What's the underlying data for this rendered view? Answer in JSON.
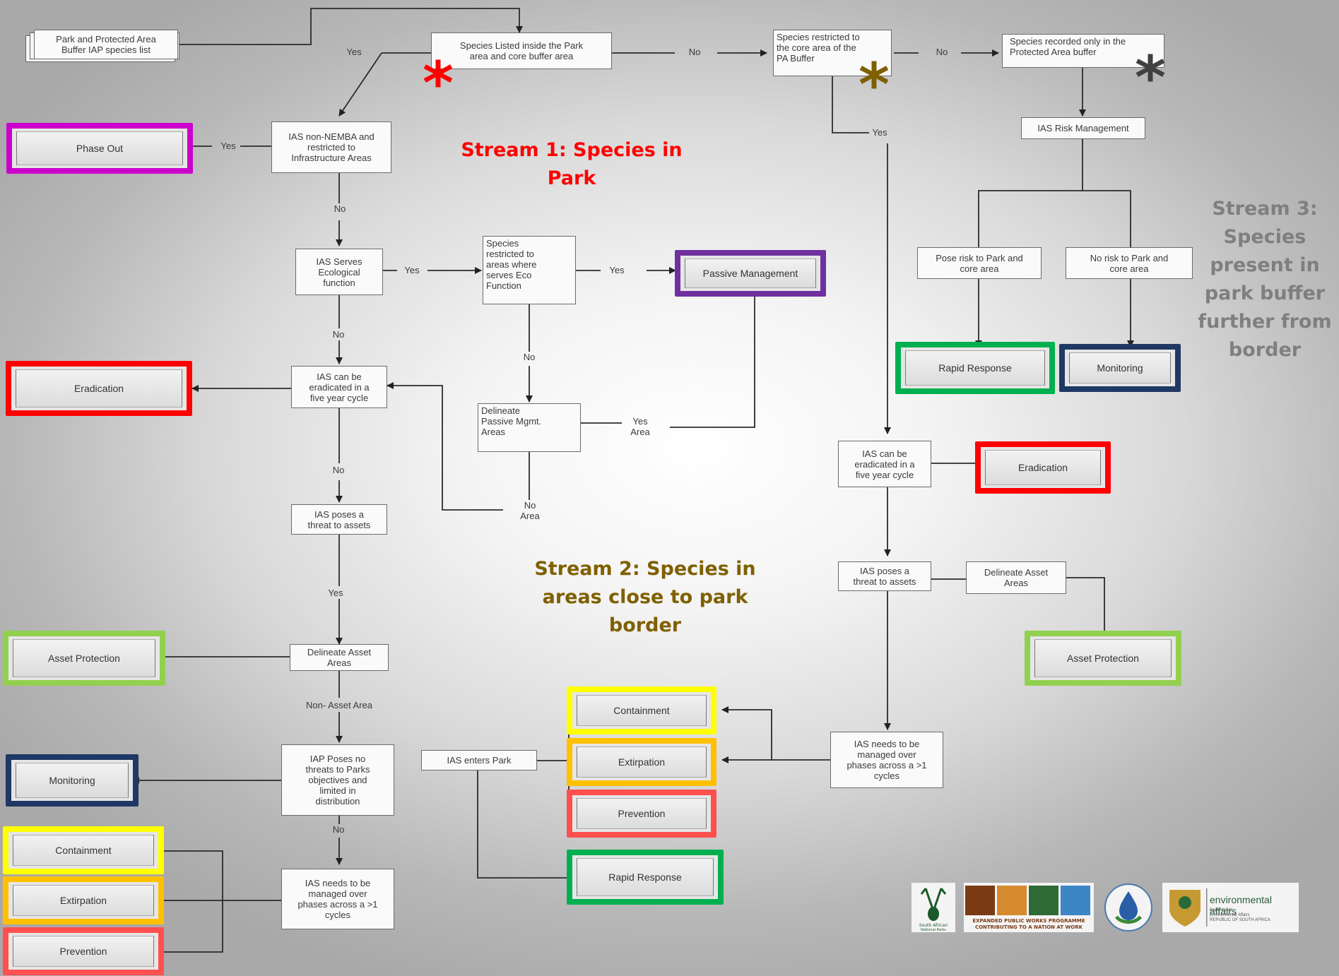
{
  "diagram": {
    "top_left_title_fragment": "",
    "start_box": "Park and Protected Area\nBuffer IAP species list",
    "process_boxes": {
      "species_listed": "Species Listed inside the Park\narea and core buffer area",
      "species_core_buffer": "Species restricted to\nthe core area of the\nPA Buffer",
      "species_buffer_only": "Species recorded only in the\nProtected Area buffer",
      "non_nemba": "IAS non-NEMBA and\nrestricted to\nInfrastructure Areas",
      "ecological_function": "IAS Serves\nEcological\nfunction",
      "restricted_eco": "Species\nrestricted to\nareas where\nserves Eco\nFunction",
      "delineate_passive": "Delineate\nPassive Mgmt.\nAreas",
      "can_be_eradicated_1": "IAS can be\neradicated in a\nfive year cycle",
      "poses_threat_1": "IAS poses a\nthreat to assets",
      "delineate_asset_1": "Delineate Asset\nAreas",
      "poses_no_threat": "IAP Poses no\nthreats to Parks\nobjectives and\nlimited in\ndistribution",
      "needs_managed_1": "IAS needs to be\nmanaged over\nphases across a >1\ncycles",
      "ias_enters_park": "IAS enters Park",
      "can_be_eradicated_2": "IAS can be\neradicated in a\nfive year cycle",
      "poses_threat_2": "IAS poses a\nthreat to assets",
      "delineate_asset_2": "Delineate Asset\nAreas",
      "needs_managed_2": "IAS needs to be\nmanaged over\nphases across a >1\ncycles",
      "risk_management": "IAS Risk Management",
      "pose_risk": "Pose risk to Park and\ncore area",
      "no_risk": "No risk to Park and\ncore area"
    },
    "outcomes": {
      "phase_out": "Phase Out",
      "passive_management": "Passive Management",
      "eradication_1": "Eradication",
      "asset_protection_1": "Asset  Protection",
      "monitoring_1": "Monitoring",
      "containment_1": "Containment",
      "extirpation_1": "Extirpation",
      "prevention_1": "Prevention",
      "containment_2": "Containment",
      "extirpation_2": "Extirpation",
      "prevention_2": "Prevention",
      "rapid_response_2": "Rapid Response",
      "rapid_response_3": "Rapid Response",
      "monitoring_3": "Monitoring",
      "eradication_2": "Eradication",
      "asset_protection_2": "Asset  Protection"
    },
    "edge_labels": {
      "yes_top": "Yes",
      "no_top_1": "No",
      "no_top_2": "No",
      "yes_core": "Yes",
      "yes_phase_out": "Yes",
      "no_non_nemba": "No",
      "yes_eco": "Yes",
      "yes_restricted": "Yes",
      "no_restricted": "No",
      "yes_area": "Yes\nArea",
      "no_area": "No\nArea",
      "no_eco": "No",
      "no_eradicate": "No",
      "yes_threat": "Yes",
      "non_asset_area": "Non- Asset Area",
      "no_no_threat": "No"
    },
    "streams": {
      "stream1": "Stream 1: Species in\nPark",
      "stream2": "Stream 2: Species in\nareas close to park\nborder",
      "stream3": "Stream 3:\nSpecies\npresent in\npark buffer\nfurther from\nborder"
    },
    "asterisk": "*",
    "logos": {
      "sanparks": "South African\nNational Parks",
      "epwp": "EXPANDED PUBLIC WORKS PROGRAMME\nCONTRIBUTING TO A NATION AT WORK",
      "env_affairs": "environmental affairs",
      "env_affairs_sub": "Department:\nEnvironmental Affairs\nREPUBLIC OF SOUTH AFRICA"
    },
    "colors": {
      "stream1": "#ff0000",
      "stream2": "#7f6000",
      "stream3": "#7f7f7f",
      "star1": "#ff0000",
      "star2": "#7f6000",
      "star3": "#404040",
      "magenta": "#cc00cc",
      "purple": "#7030a0",
      "red": "#ff0000",
      "light_green": "#92d050",
      "navy": "#1f3864",
      "yellow": "#ffff00",
      "orange": "#ffc000",
      "salmon": "#ff5050",
      "green": "#00b050"
    }
  }
}
